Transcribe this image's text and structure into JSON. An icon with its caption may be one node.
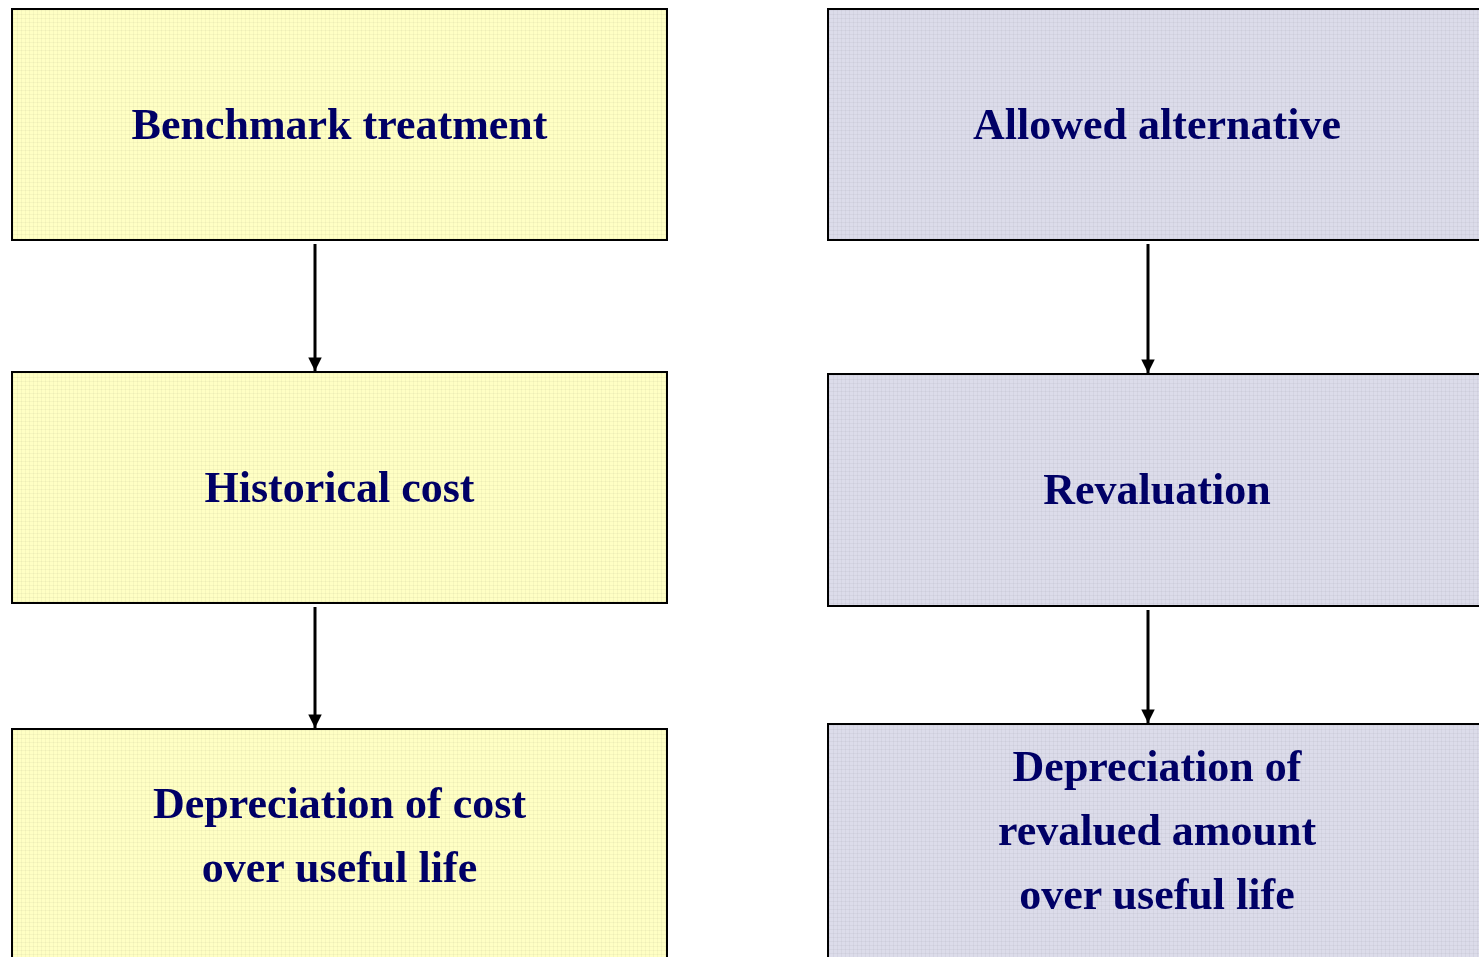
{
  "diagram": {
    "nodes": [
      {
        "text": [
          "Benchmark treatment"
        ]
      },
      {
        "text": [
          "Allowed alternative"
        ]
      },
      {
        "text": [
          "Historical cost"
        ]
      },
      {
        "text": [
          "Revaluation"
        ]
      },
      {
        "text": [
          "Depreciation of cost over useful life"
        ]
      },
      {
        "text": [
          "Depreciation of revalued amount over useful life"
        ]
      }
    ],
    "edges": [
      {
        "from": 0,
        "to": 2,
        "arrow": "to"
      },
      {
        "from": 2,
        "to": 4,
        "arrow": "to"
      },
      {
        "from": 1,
        "to": 3,
        "arrow": "to"
      },
      {
        "from": 3,
        "to": 5,
        "arrow": "to"
      }
    ]
  }
}
